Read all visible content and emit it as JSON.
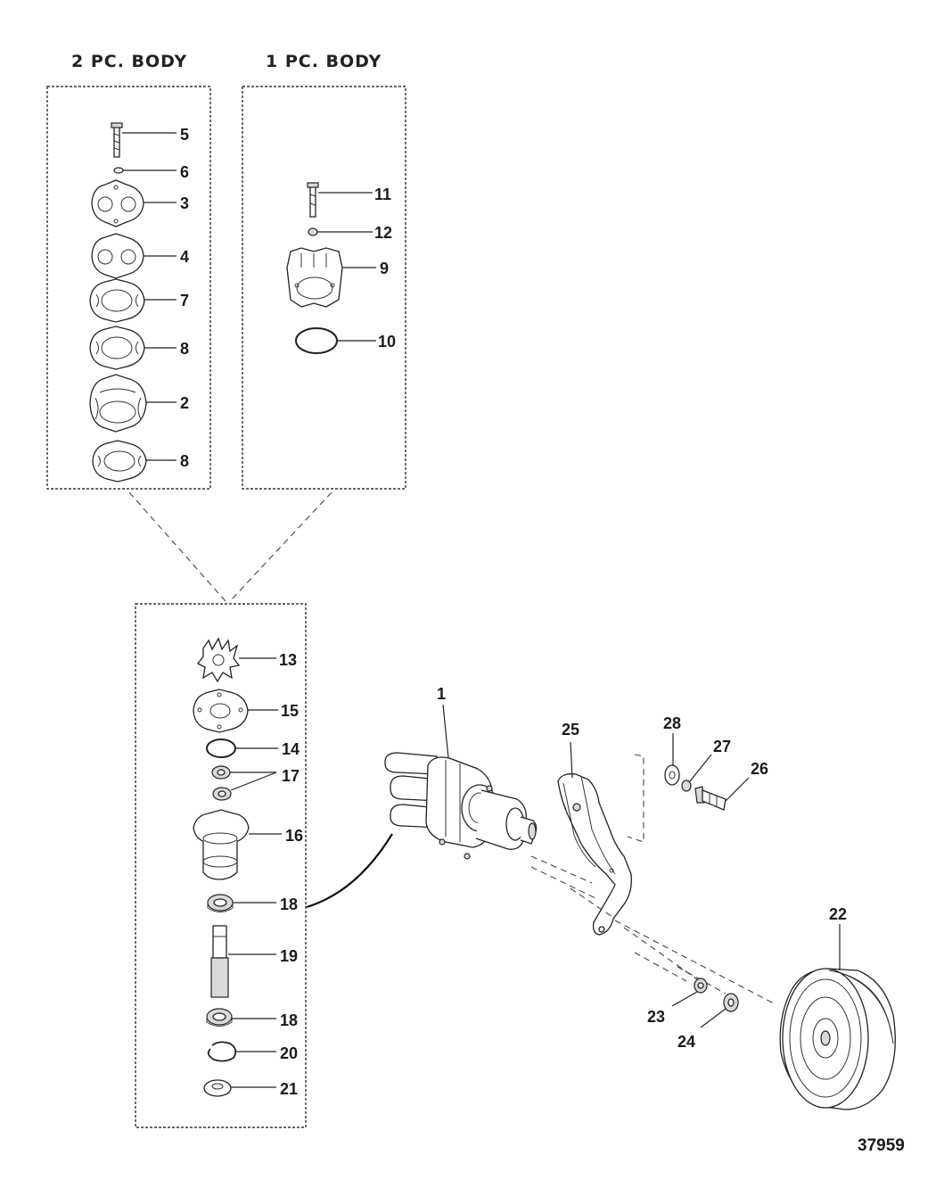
{
  "diagram": {
    "panel_titles": {
      "two_pc": "2 PC. BODY",
      "one_pc": "1 PC. BODY"
    },
    "figure_number": "37959",
    "callouts": {
      "c1": "1",
      "c2": "2",
      "c3": "3",
      "c4": "4",
      "c5": "5",
      "c6": "6",
      "c7": "7",
      "c8a": "8",
      "c8b": "8",
      "c9": "9",
      "c10": "10",
      "c11": "11",
      "c12": "12",
      "c13": "13",
      "c14": "14",
      "c15": "15",
      "c16": "16",
      "c17": "17",
      "c18a": "18",
      "c18b": "18",
      "c19": "19",
      "c20": "20",
      "c21": "21",
      "c22": "22",
      "c23": "23",
      "c24": "24",
      "c25": "25",
      "c26": "26",
      "c27": "27",
      "c28": "28"
    }
  }
}
